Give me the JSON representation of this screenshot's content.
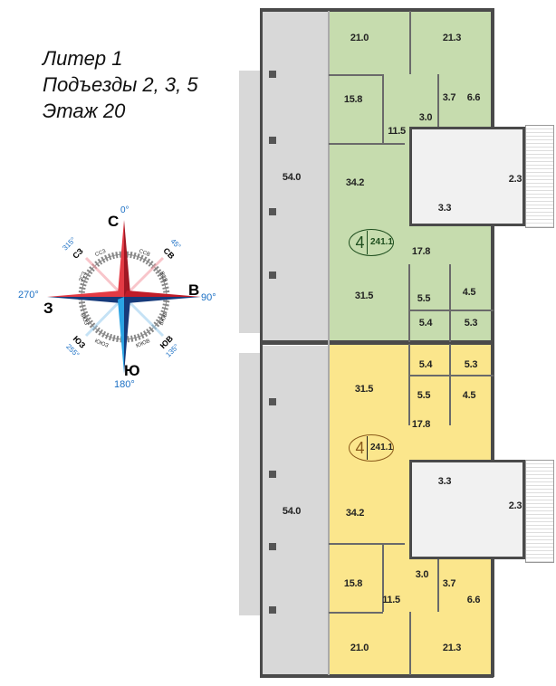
{
  "heading": {
    "line1": "Литер 1",
    "line2": "Подъезды 2, 3, 5",
    "line3": "Этаж 20"
  },
  "compass": {
    "cardinal": {
      "north": "С",
      "east": "В",
      "south": "Ю",
      "west": "З"
    },
    "intercardinal": {
      "nw": "СЗ",
      "ne": "СВ",
      "sw": "ЮЗ",
      "se": "ЮВ"
    },
    "minor": [
      "ССЗ",
      "ССВ",
      "ВСВ",
      "ВЮВ",
      "ЮЮВ",
      "ЮЮЗ",
      "ЗЮЗ",
      "ЗСЗ"
    ],
    "degrees": {
      "north": "0°",
      "ne": "45°",
      "east": "90°",
      "se": "135°",
      "south": "180°",
      "sw": "255°",
      "west": "270°",
      "nw": "315°"
    },
    "colors": {
      "red": "#d8202c",
      "blue": "#1a6fc4",
      "dark_blue": "#163a7a"
    }
  },
  "plan": {
    "colors": {
      "apartment_top": "#c6dcae",
      "apartment_bottom": "#fbe68c",
      "terrace": "#d8d8d8"
    },
    "apartment_top": {
      "rooms": 4,
      "area": "241.1",
      "room_areas": [
        "21.0",
        "21.3",
        "15.8",
        "3.7",
        "6.6",
        "3.0",
        "11.5",
        "34.2",
        "17.8",
        "31.5",
        "5.5",
        "4.5",
        "5.4",
        "5.3"
      ]
    },
    "apartment_bottom": {
      "rooms": 4,
      "area": "241.1",
      "room_areas": [
        "5.4",
        "5.3",
        "31.5",
        "5.5",
        "4.5",
        "17.8",
        "34.2",
        "3.0",
        "15.8",
        "3.7",
        "6.6",
        "11.5",
        "21.0",
        "21.3"
      ]
    },
    "terrace_top": "54.0",
    "terrace_bottom": "54.0",
    "core_top": [
      "2.3",
      "3.3"
    ],
    "core_bottom": [
      "3.3",
      "2.3"
    ]
  }
}
